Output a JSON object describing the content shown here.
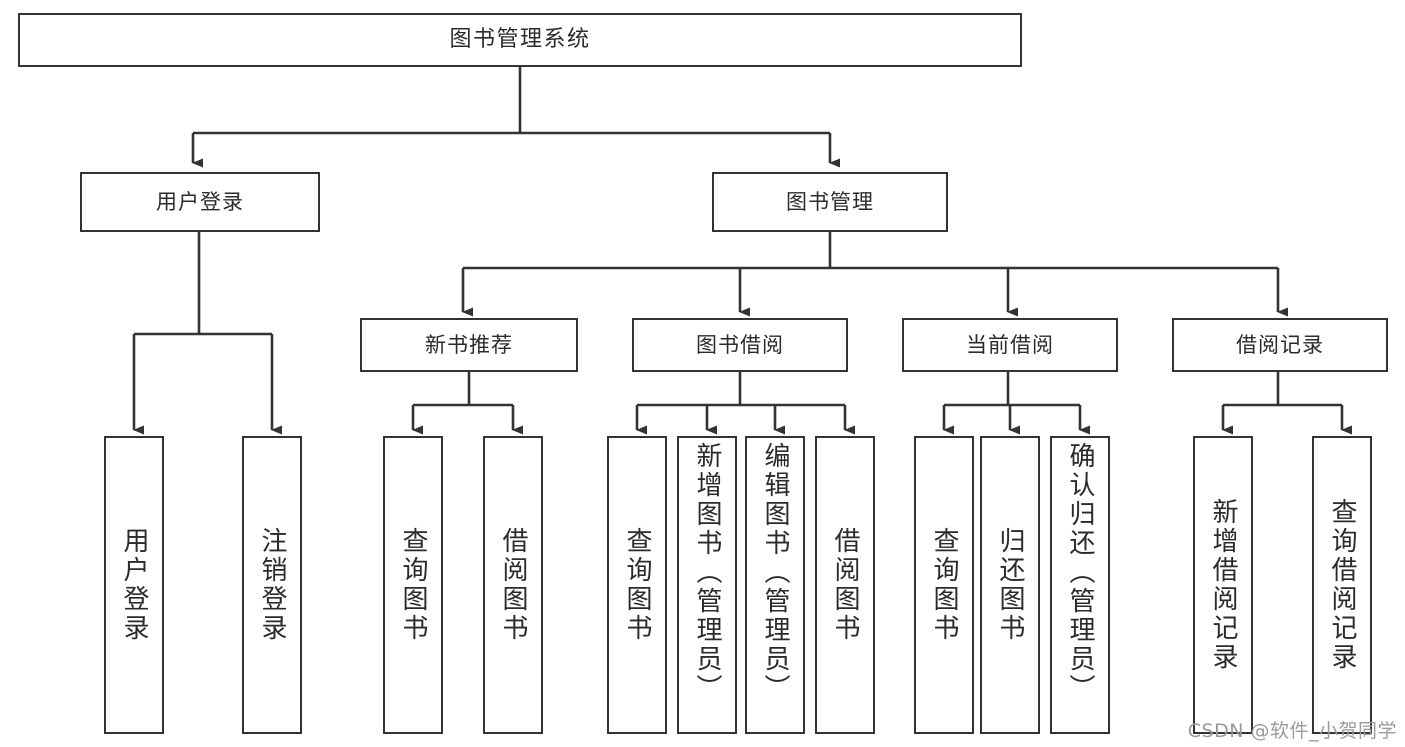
{
  "diagram": {
    "title": "图书管理系统",
    "type": "tree-hierarchy",
    "stroke_color": "#333333",
    "fill_color": "#ffffff",
    "text_color": "#2b2b2b"
  },
  "nodes": {
    "root": {
      "label": "图书管理系统"
    },
    "level2": [
      {
        "id": "user-login",
        "label": "用户登录"
      },
      {
        "id": "book-manage",
        "label": "图书管理"
      }
    ],
    "level3": [
      {
        "id": "new-book-recommend",
        "label": "新书推荐"
      },
      {
        "id": "book-borrow",
        "label": "图书借阅"
      },
      {
        "id": "current-borrow",
        "label": "当前借阅"
      },
      {
        "id": "borrow-record",
        "label": "借阅记录"
      }
    ],
    "leaves": {
      "user-login": [
        {
          "id": "leaf-user-login",
          "label": "用户登录"
        },
        {
          "id": "leaf-logout",
          "label": "注销登录"
        }
      ],
      "new-book-recommend": [
        {
          "id": "leaf-query-book-1",
          "label": "查询图书"
        },
        {
          "id": "leaf-borrow-book-1",
          "label": "借阅图书"
        }
      ],
      "book-borrow": [
        {
          "id": "leaf-query-book-2",
          "label": "查询图书"
        },
        {
          "id": "leaf-add-book",
          "label": "新增图书（管理员）"
        },
        {
          "id": "leaf-edit-book",
          "label": "编辑图书（管理员）"
        },
        {
          "id": "leaf-borrow-book-2",
          "label": "借阅图书"
        }
      ],
      "current-borrow": [
        {
          "id": "leaf-query-book-3",
          "label": "查询图书"
        },
        {
          "id": "leaf-return-book",
          "label": "归还图书"
        },
        {
          "id": "leaf-confirm-return",
          "label": "确认归还（管理员）"
        }
      ],
      "borrow-record": [
        {
          "id": "leaf-add-record",
          "label": "新增借阅记录"
        },
        {
          "id": "leaf-query-record",
          "label": "查询借阅记录"
        }
      ]
    }
  },
  "watermark": {
    "text": "CSDN @软件_小贺同学"
  }
}
